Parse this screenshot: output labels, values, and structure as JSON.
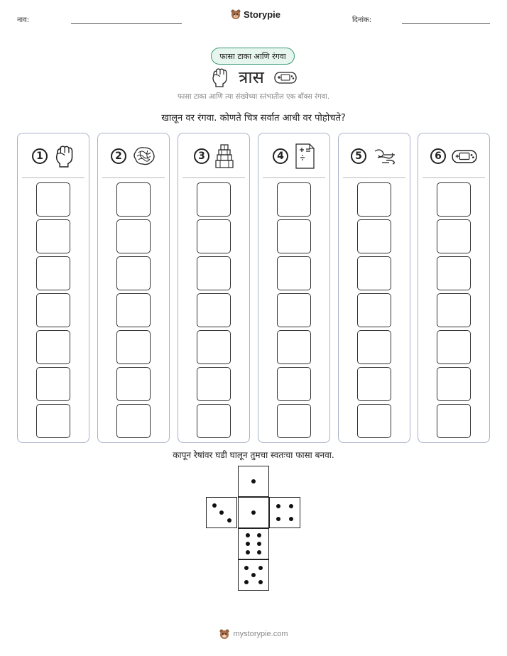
{
  "header": {
    "name_label": "नाव:",
    "date_label": "दिनांक:",
    "brand": "Storypie"
  },
  "pill_label": "फासा टाका आणि रंगवा",
  "title": "त्रास",
  "subtitle": "फासा टाका आणि त्या संख्येच्या स्तंभातील एक बॉक्स रंगवा.",
  "instruction": "खालून वर रंगवा. कोणते चित्र सर्वात आधी वर पोहोचते?",
  "columns": [
    {
      "number": "1",
      "icon": "fist-icon"
    },
    {
      "number": "2",
      "icon": "tangled-brain-icon"
    },
    {
      "number": "3",
      "icon": "stacked-blocks-icon"
    },
    {
      "number": "4",
      "icon": "math-worksheet-icon"
    },
    {
      "number": "5",
      "icon": "wind-gust-icon"
    },
    {
      "number": "6",
      "icon": "game-controller-icon"
    }
  ],
  "boxes_per_column": 7,
  "cut_instruction": "कापून रेषांवर घडी घालून तुमचा स्वतःचा फासा बनवा.",
  "dice_faces": [
    1,
    3,
    1,
    4,
    6,
    5
  ],
  "footer": {
    "site": "mystorypie.com"
  }
}
